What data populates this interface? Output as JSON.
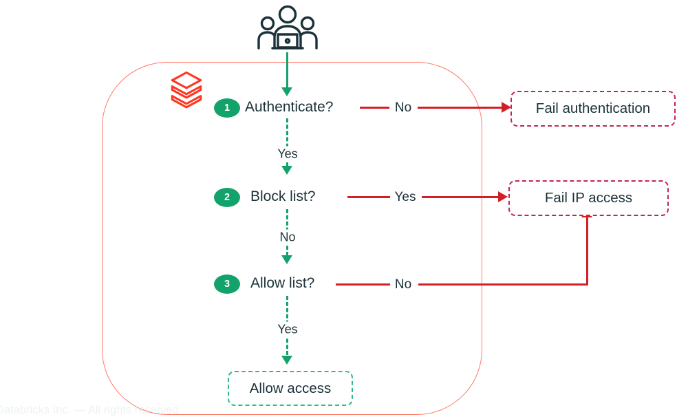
{
  "flowchart": {
    "steps": [
      {
        "num": "1",
        "label": "Authenticate?",
        "branch": "No"
      },
      {
        "num": "2",
        "label": "Block list?",
        "branch": "Yes"
      },
      {
        "num": "3",
        "label": "Allow list?",
        "branch": "No"
      }
    ],
    "down_labels": [
      "Yes",
      "No",
      "Yes"
    ],
    "boxes": {
      "fail_auth": "Fail authentication",
      "fail_ip": "Fail IP access",
      "allow": "Allow access"
    },
    "footer": "Databricks Inc. — All rights reserved",
    "icons": {
      "top": "users-icon",
      "brand": "databricks-logo"
    },
    "colors": {
      "green": "#14a26b",
      "green_light": "#2fb988",
      "red": "#d21f26",
      "crimson_dashed": "#c22553",
      "coral_frame": "#ff7a66",
      "navy_text": "#1b3139",
      "logo_red": "#ff3621"
    }
  }
}
